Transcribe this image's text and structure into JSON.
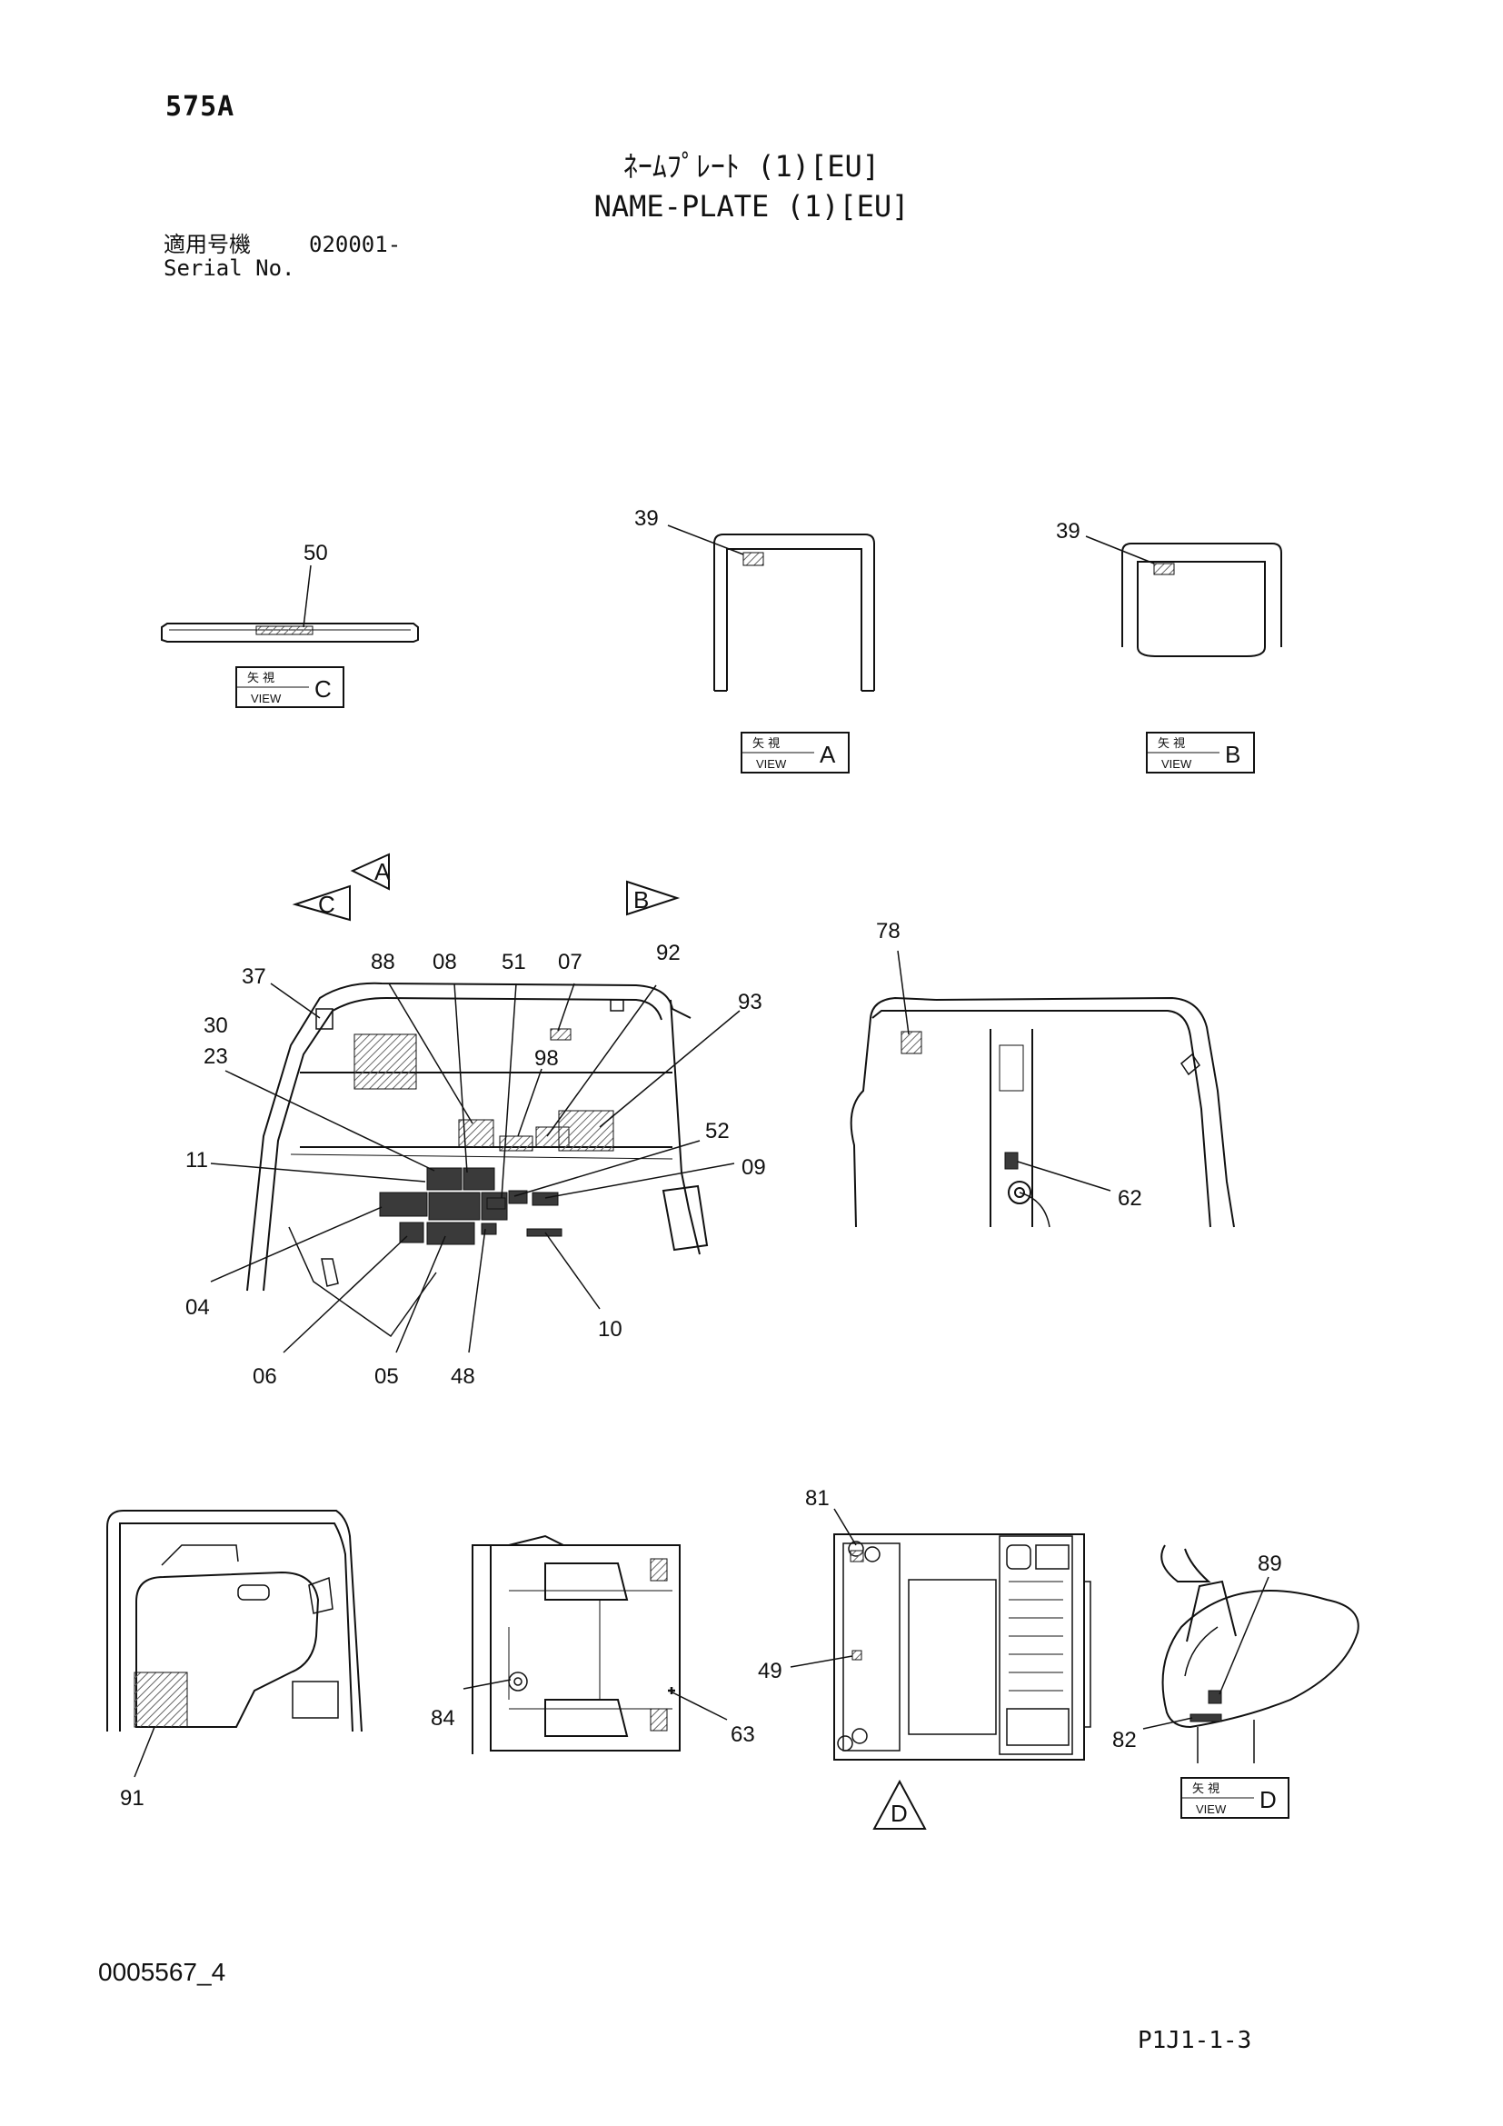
{
  "header": {
    "model": "575A",
    "title_jp": "ﾈｰﾑﾌﾟﾚｰﾄ (1)[EU]",
    "title_en": "NAME-PLATE (1)[EU]",
    "serial_label_jp": "適用号機",
    "serial_value": "020001-",
    "serial_label_en": "Serial No."
  },
  "footer": {
    "document_number": "0005567_4",
    "page_code": "P1J1-1-3"
  },
  "view_label": {
    "jp": "矢 視",
    "en": "VIEW"
  },
  "views": {
    "a": "A",
    "b": "B",
    "c": "C",
    "d": "D"
  },
  "callouts": {
    "c50": "50",
    "c39a": "39",
    "c39b": "39",
    "c37": "37",
    "c30": "30",
    "c23": "23",
    "c11": "11",
    "c04": "04",
    "c06": "06",
    "c05": "05",
    "c48": "48",
    "c10": "10",
    "c09": "09",
    "c52": "52",
    "c93": "93",
    "c92": "92",
    "c07": "07",
    "c51": "51",
    "c08": "08",
    "c88": "88",
    "c98": "98",
    "c78": "78",
    "c62": "62",
    "c91": "91",
    "c84": "84",
    "c63": "63",
    "c81": "81",
    "c49": "49",
    "c89": "89",
    "c82": "82"
  },
  "colors": {
    "line": "#111111",
    "label_fill": "#3a3a3a",
    "hatch": "#777777"
  }
}
